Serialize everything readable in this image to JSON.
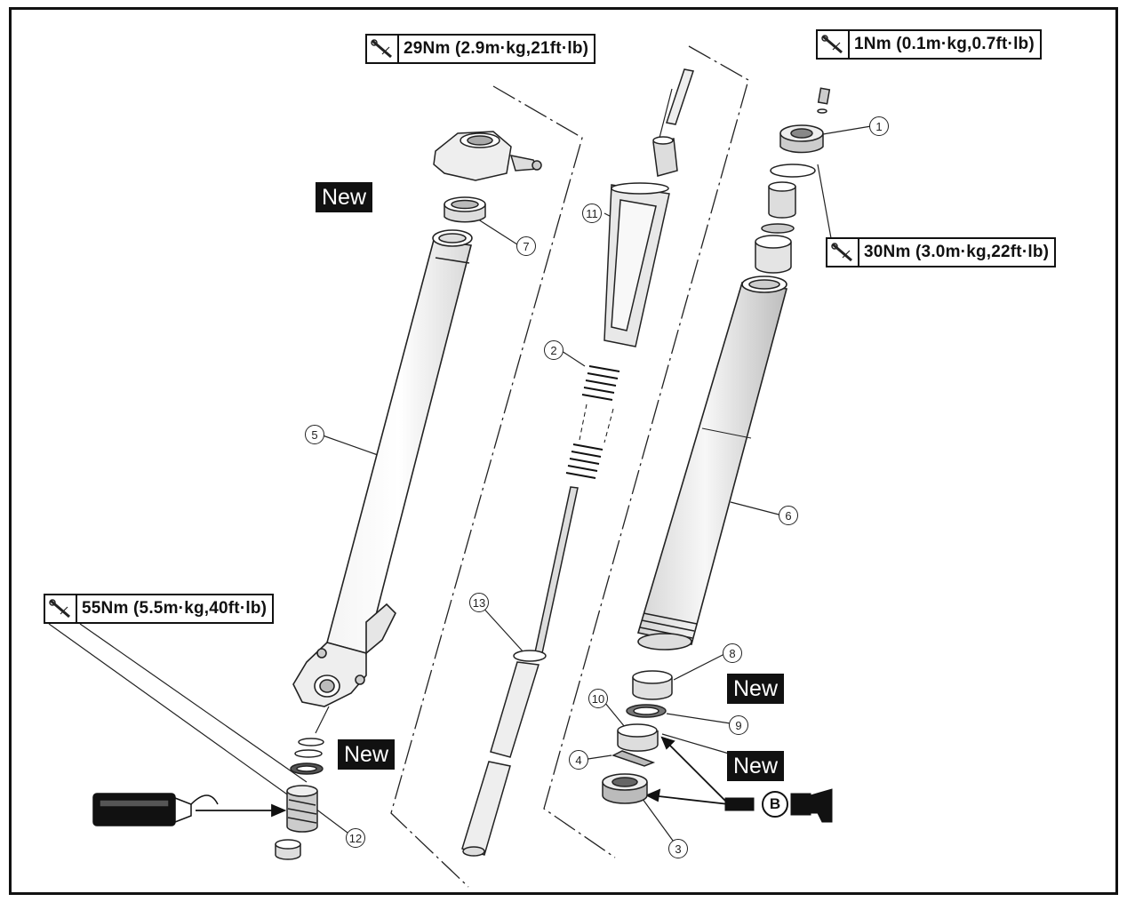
{
  "torque_specs": {
    "t29": "29Nm (2.9m·kg,21ft·lb)",
    "t1": "1Nm (0.1m·kg,0.7ft·lb)",
    "t30": "30Nm (3.0m·kg,22ft·lb)",
    "t55": "55Nm (5.5m·kg,40ft·lb)"
  },
  "new_tags": [
    "New",
    "New",
    "New",
    "New"
  ],
  "part_numbers": {
    "p1": "1",
    "p2": "2",
    "p3": "3",
    "p4": "4",
    "p5": "5",
    "p6": "6",
    "p7": "7",
    "p8": "8",
    "p9": "9",
    "p10": "10",
    "p11": "11",
    "p12": "12",
    "p13": "13"
  },
  "lubricant_badge": "B",
  "icons": {
    "torque": "torque-wrench-icon",
    "lubricant": "grease-gun-icon",
    "adhesive": "thread-locker-tube-icon"
  }
}
